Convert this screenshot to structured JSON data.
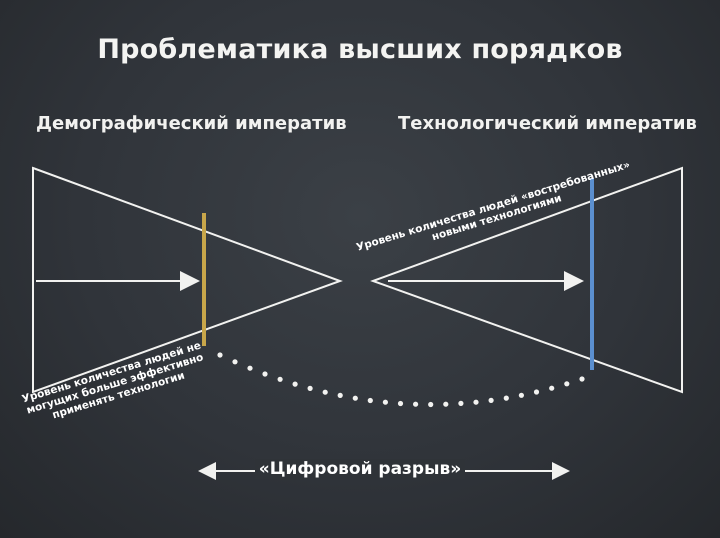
{
  "title": "Проблематика высших порядков",
  "left": {
    "heading": "Демографический императив",
    "label": "Уровень количества людей не могущих больше эффективно применять технологии",
    "marker_color": "#c8a64a"
  },
  "right": {
    "heading": "Технологический императив",
    "label": "Уровень количества людей «востребованных» новыми технологиями",
    "marker_color": "#5b8fcf"
  },
  "gap": {
    "label": "«Цифровой разрыв»"
  },
  "colors": {
    "background": "#2f3338",
    "chalk": "#f2f2f0"
  }
}
